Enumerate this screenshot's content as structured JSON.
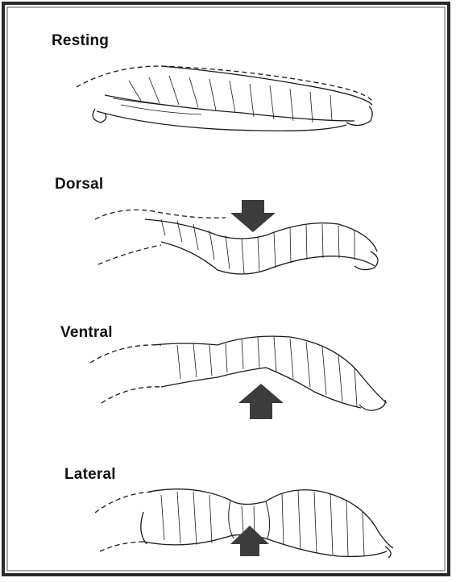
{
  "panels": [
    {
      "label": "Resting"
    },
    {
      "label": "Dorsal"
    },
    {
      "label": "Ventral"
    },
    {
      "label": "Lateral"
    }
  ],
  "colors": {
    "border": "#2a2a2a",
    "ink": "#1a1a1a",
    "arrow": "#3c3c3c"
  }
}
